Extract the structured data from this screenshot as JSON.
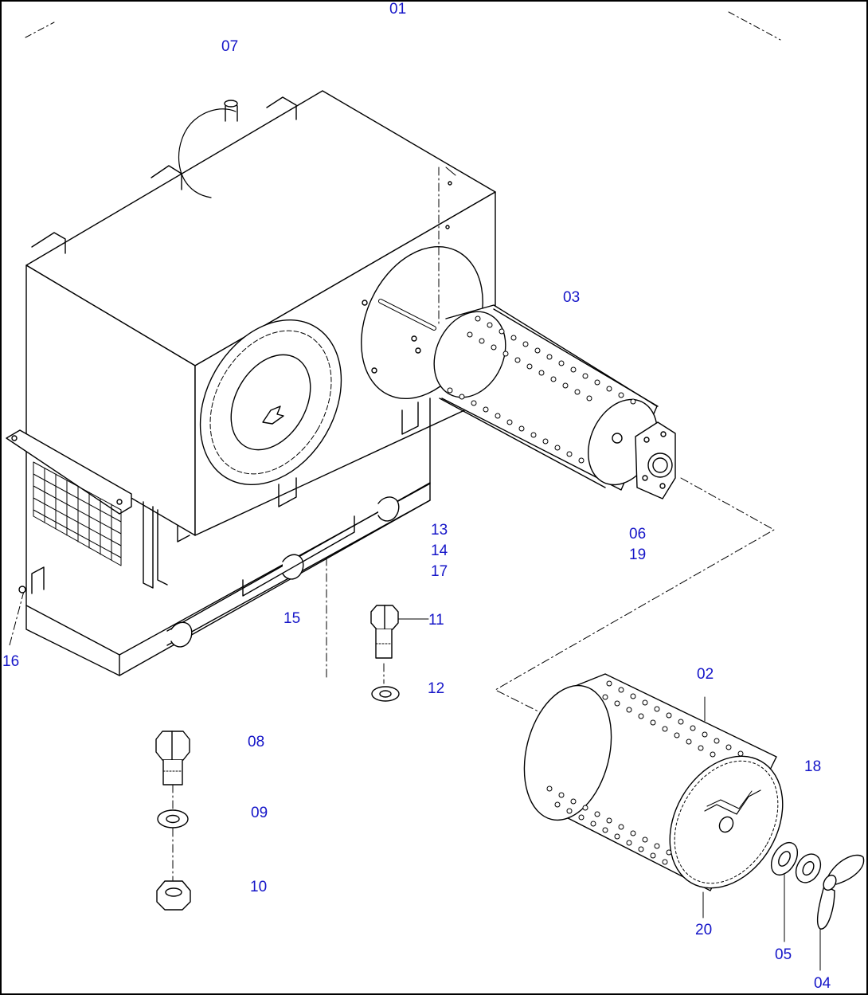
{
  "diagram": {
    "type": "exploded-parts-view",
    "line_color": "#000000",
    "label_color": "#1515c8",
    "background": "#ffffff"
  },
  "callouts": {
    "c01": "01",
    "c02": "02",
    "c03": "03",
    "c04": "04",
    "c05": "05",
    "c06": "06",
    "c07": "07",
    "c08": "08",
    "c09": "09",
    "c10": "10",
    "c11": "11",
    "c12": "12",
    "c13": "13",
    "c14": "14",
    "c15": "15",
    "c16": "16",
    "c17": "17",
    "c18": "18",
    "c19": "19",
    "c20": "20"
  }
}
